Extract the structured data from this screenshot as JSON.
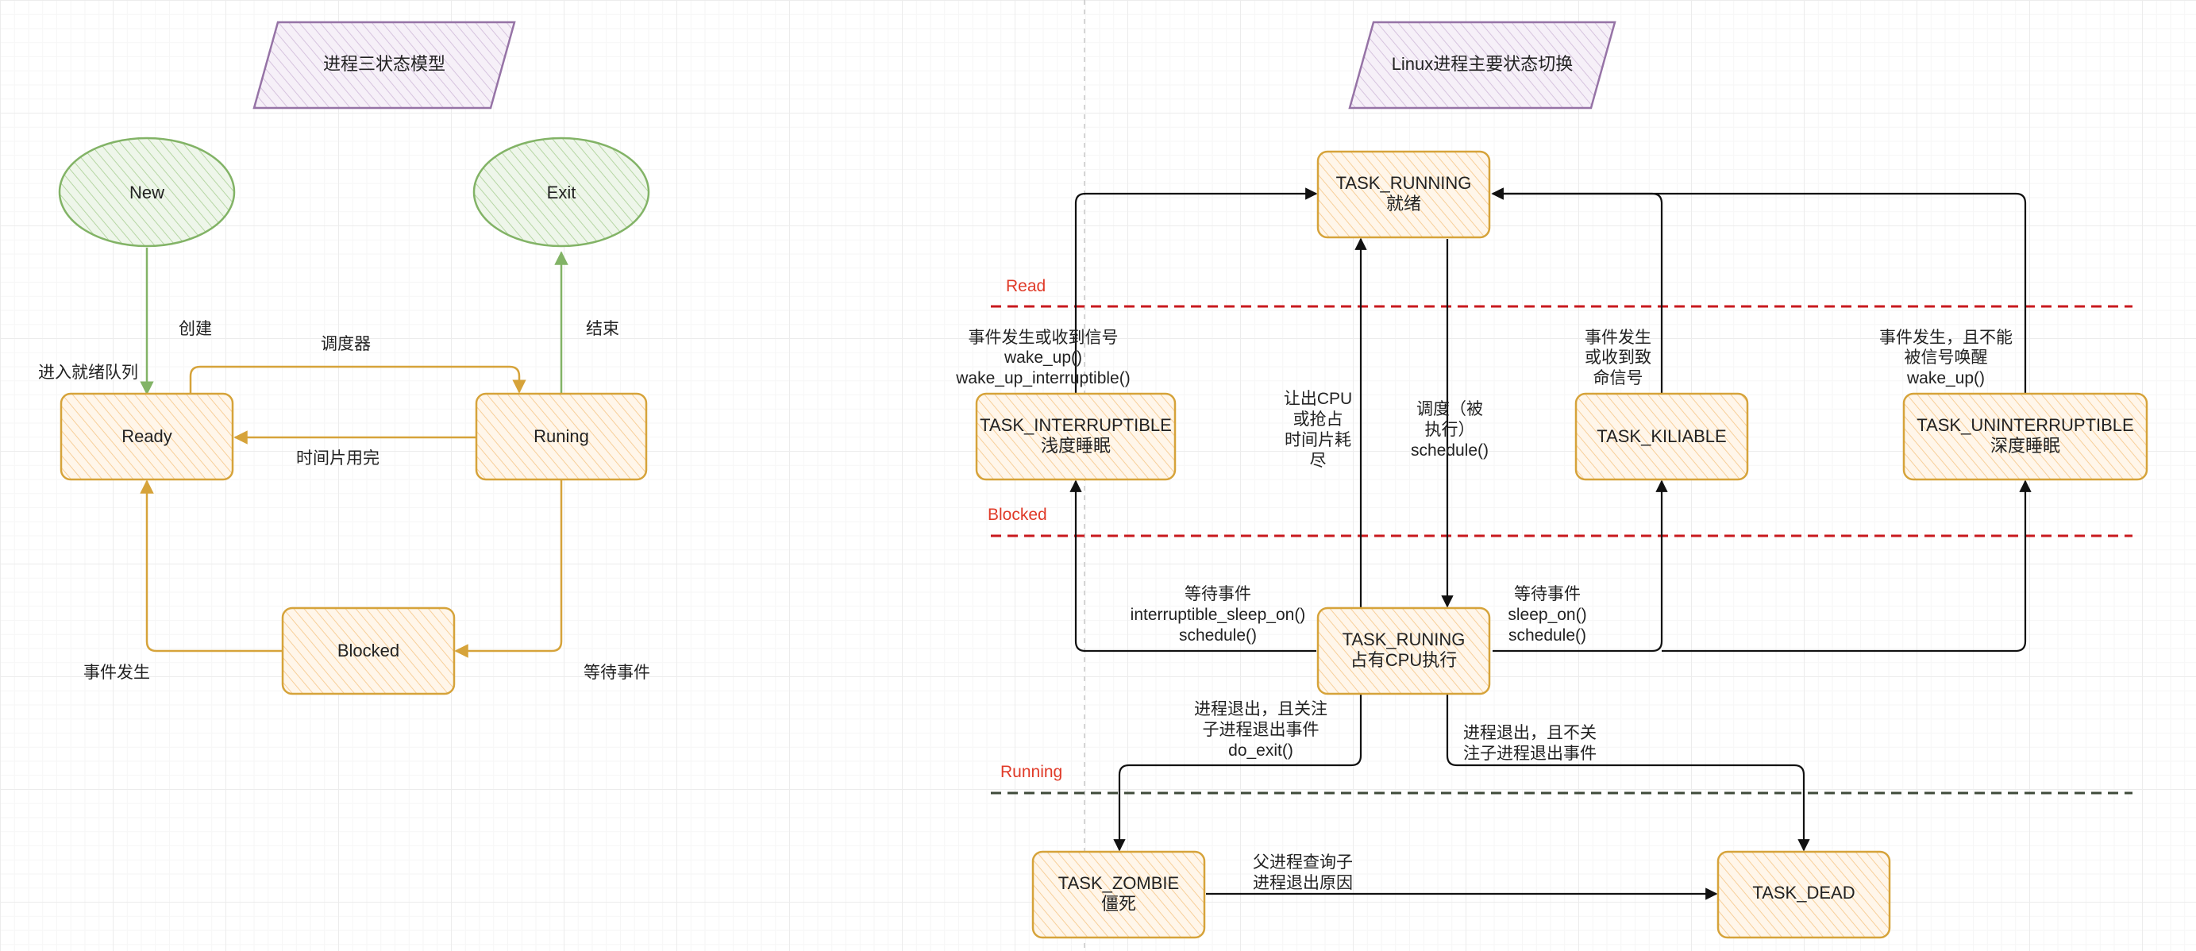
{
  "titles": {
    "left": "进程三状态模型",
    "right": "Linux进程主要状态切换"
  },
  "three_state": {
    "new": "New",
    "exit": "Exit",
    "ready": "Ready",
    "running": "Runing",
    "blocked": "Blocked",
    "edge_create": "创建",
    "edge_enqueue": "进入就绪队列",
    "edge_scheduler": "调度器",
    "edge_end": "结束",
    "edge_timeslice": "时间片用完",
    "edge_event_occurs": "事件发生",
    "edge_wait_event": "等待事件"
  },
  "linux": {
    "zones": [
      "Read",
      "Blocked",
      "Running"
    ],
    "task_running_ready": [
      "TASK_RUNNING",
      "就绪"
    ],
    "task_running_cpu": [
      "TASK_RUNING",
      "占有CPU执行"
    ],
    "task_interruptible": [
      "TASK_INTERRUPTIBLE",
      "浅度睡眠"
    ],
    "task_killable": [
      "TASK_KILIABLE"
    ],
    "task_uninterruptible": [
      "TASK_UNINTERRUPTIBLE",
      "深度睡眠"
    ],
    "task_zombie": [
      "TASK_ZOMBIE",
      "僵死"
    ],
    "task_dead": [
      "TASK_DEAD"
    ],
    "label_wakeup_interruptible": [
      "事件发生或收到信号",
      "wake_up()",
      "wake_up_interruptible()"
    ],
    "label_yield": [
      "让出CPU",
      "或抢占",
      "时间片耗",
      "尽"
    ],
    "label_schedule": [
      "调度（被",
      "执行）",
      "schedule()"
    ],
    "label_fatal_signal": [
      "事件发生",
      "或收到致",
      "命信号"
    ],
    "label_uninterruptible_wake": [
      "事件发生，且不能",
      "被信号唤醒",
      "wake_up()"
    ],
    "label_wait_interruptible": [
      "等待事件",
      "interruptible_sleep_on()",
      "schedule()"
    ],
    "label_wait_sleep": [
      "等待事件",
      "sleep_on()",
      "schedule()"
    ],
    "label_exit_parent_cares": [
      "进程退出，且关注",
      "子进程退出事件",
      "do_exit()"
    ],
    "label_exit_parent_ignores": [
      "进程退出，且不关",
      "注子进程退出事件"
    ],
    "label_parent_query": [
      "父进程查询子",
      "进程退出原因"
    ]
  },
  "colors": {
    "green": "#82b366",
    "green_fill": "#d5e8d4",
    "orange": "#d6a33a",
    "orange_fill": "#ffe6cc",
    "purple": "#9673a6",
    "purple_fill": "#e1d5e7",
    "black": "#111111",
    "red_dash": "#c8191e",
    "dark_dash": "#3f4a3a",
    "zone_text": "#e03a28"
  }
}
